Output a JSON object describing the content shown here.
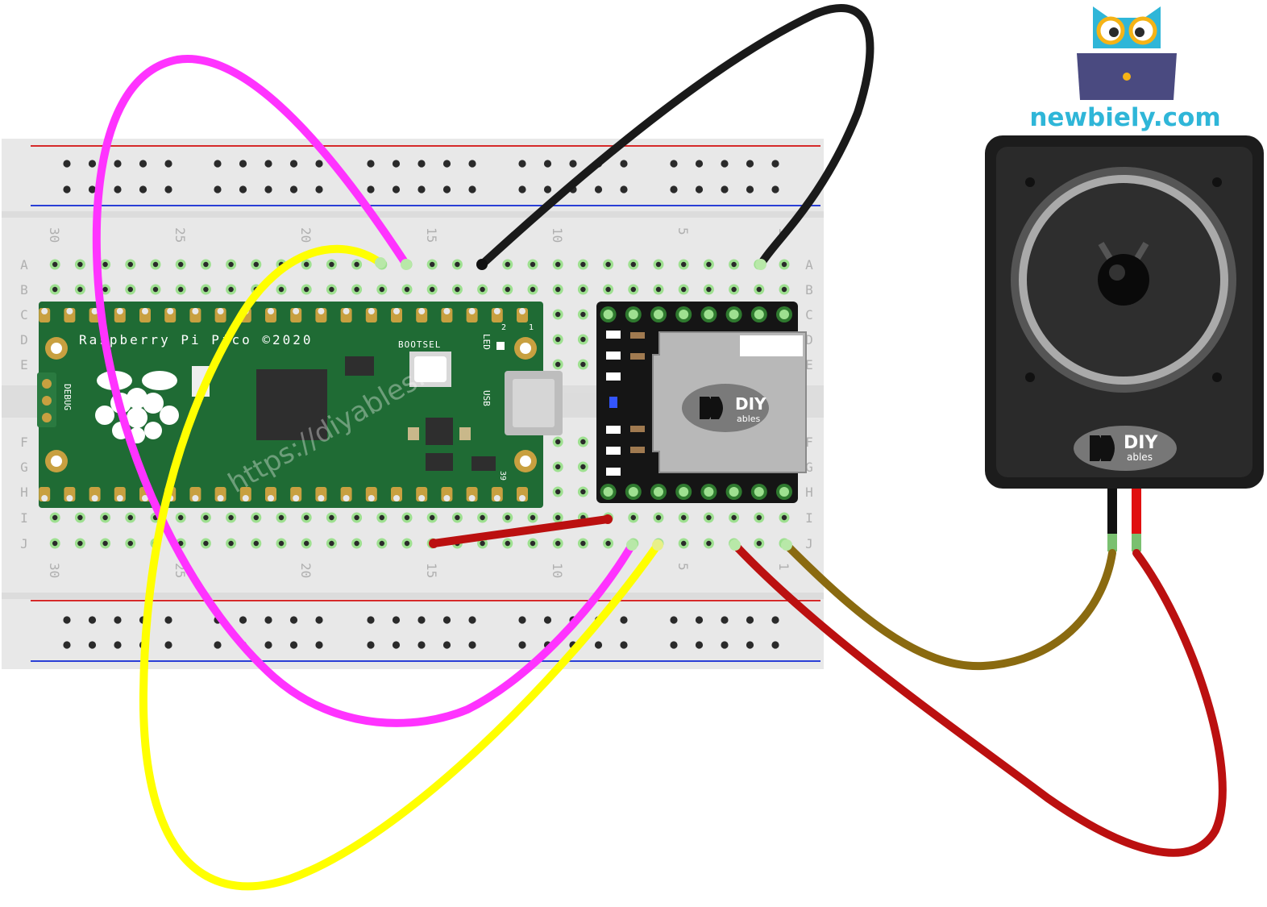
{
  "logo": {
    "text": "newbiely.com",
    "color": "#2fb6d8"
  },
  "watermark": {
    "text": "https://diyables.io"
  },
  "breadboard": {
    "row_letters": [
      "A",
      "B",
      "C",
      "D",
      "E",
      "F",
      "G",
      "H",
      "I",
      "J"
    ],
    "column_numbers": [
      {
        "label": "30",
        "col": 30
      },
      {
        "label": "25",
        "col": 25
      },
      {
        "label": "20",
        "col": 20
      },
      {
        "label": "15",
        "col": 15
      },
      {
        "label": "10",
        "col": 10
      },
      {
        "label": "5",
        "col": 5
      },
      {
        "label": "1",
        "col": 1
      }
    ],
    "rail_colors": {
      "positive": "#d62a2a",
      "negative": "#2a3fd6"
    }
  },
  "pico": {
    "title": "Raspberry Pi Pico ©2020",
    "bootsel": "BOOTSEL",
    "led": "LED",
    "usb": "USB",
    "debug": "DEBUG",
    "pin1": "1",
    "pin2": "2",
    "pin39": "39",
    "board_color": "#1f6b34"
  },
  "mp3_module": {
    "brand_top": "DIY",
    "brand_bottom": "ables"
  },
  "speaker": {
    "brand_top": "DIY",
    "brand_bottom": "ables"
  },
  "wires": [
    {
      "name": "magenta-wire",
      "color": "#ff33ff"
    },
    {
      "name": "yellow-wire",
      "color": "#ffff00"
    },
    {
      "name": "black-wire",
      "color": "#1a1a1a"
    },
    {
      "name": "red-wire-vcc",
      "color": "#bb1010"
    },
    {
      "name": "red-wire-speaker",
      "color": "#bb1010"
    },
    {
      "name": "brown-wire-speaker",
      "color": "#8a6a10"
    }
  ]
}
